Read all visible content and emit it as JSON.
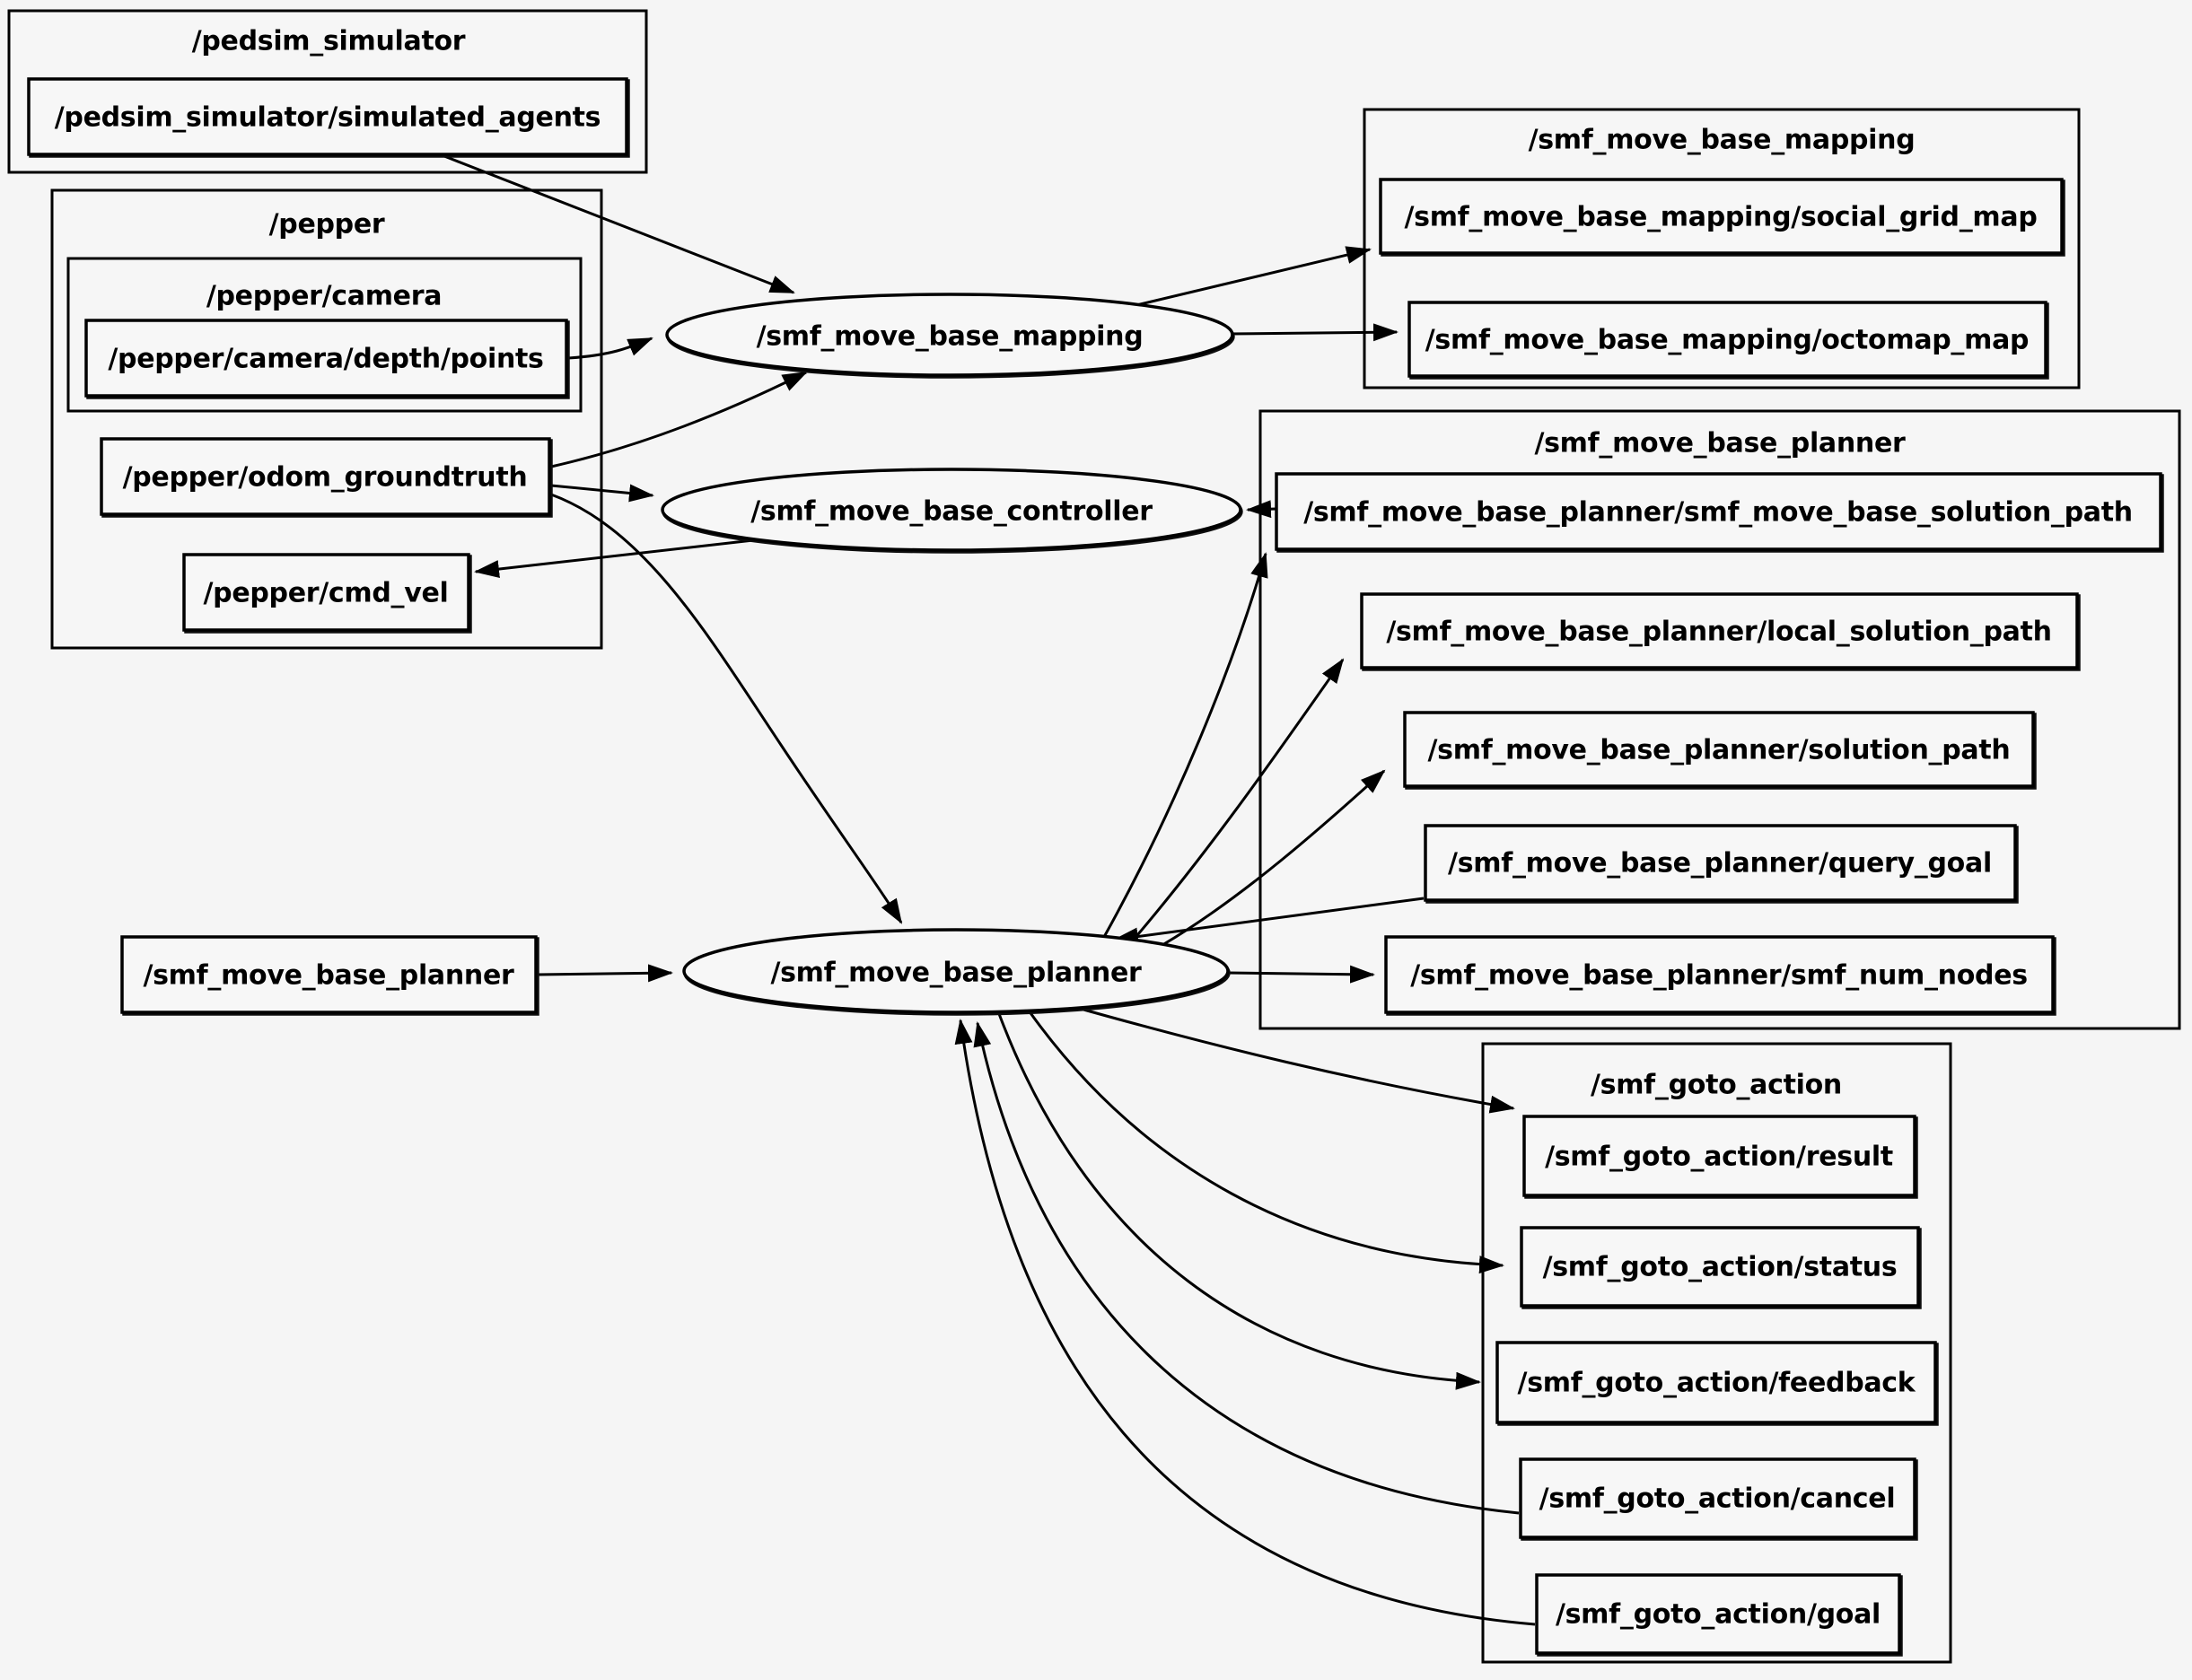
{
  "diagram": {
    "kind": "ros-computation-graph",
    "colors": {
      "background": "#f5f5f5",
      "shape_fill": "#f7f7f7",
      "line": "#000000"
    },
    "containers": {
      "pedsim": "/pedsim_simulator",
      "pepper": "/pepper",
      "pepper_camera": "/pepper/camera",
      "mapping_ns": "/smf_move_base_mapping",
      "planner_ns": "/smf_move_base_planner",
      "goto_ns": "/smf_goto_action"
    },
    "nodes": {
      "mapping": "/smf_move_base_mapping",
      "controller": "/smf_move_base_controller",
      "planner": "/smf_move_base_planner"
    },
    "topics": {
      "simulated_agents": "/pedsim_simulator/simulated_agents",
      "depth_points": "/pepper/camera/depth/points",
      "odom_groundtruth": "/pepper/odom_groundtruth",
      "cmd_vel": "/pepper/cmd_vel",
      "social_grid_map": "/smf_move_base_mapping/social_grid_map",
      "octomap_map": "/smf_move_base_mapping/octomap_map",
      "smf_move_base_solution_path": "/smf_move_base_planner/smf_move_base_solution_path",
      "local_solution_path": "/smf_move_base_planner/local_solution_path",
      "solution_path": "/smf_move_base_planner/solution_path",
      "query_goal": "/smf_move_base_planner/query_goal",
      "smf_num_nodes": "/smf_move_base_planner/smf_num_nodes",
      "planner_topic": "/smf_move_base_planner",
      "result": "/smf_goto_action/result",
      "status": "/smf_goto_action/status",
      "feedback": "/smf_goto_action/feedback",
      "cancel": "/smf_goto_action/cancel",
      "goal": "/smf_goto_action/goal"
    },
    "edges": [
      {
        "from": "/pedsim_simulator/simulated_agents",
        "from_kind": "topic",
        "to": "/smf_move_base_mapping",
        "to_kind": "node"
      },
      {
        "from": "/pepper/camera/depth/points",
        "from_kind": "topic",
        "to": "/smf_move_base_mapping",
        "to_kind": "node"
      },
      {
        "from": "/pepper/odom_groundtruth",
        "from_kind": "topic",
        "to": "/smf_move_base_mapping",
        "to_kind": "node"
      },
      {
        "from": "/pepper/odom_groundtruth",
        "from_kind": "topic",
        "to": "/smf_move_base_controller",
        "to_kind": "node"
      },
      {
        "from": "/pepper/odom_groundtruth",
        "from_kind": "topic",
        "to": "/smf_move_base_planner",
        "to_kind": "node"
      },
      {
        "from": "/smf_move_base_mapping",
        "from_kind": "node",
        "to": "/smf_move_base_mapping/social_grid_map",
        "to_kind": "topic"
      },
      {
        "from": "/smf_move_base_mapping",
        "from_kind": "node",
        "to": "/smf_move_base_mapping/octomap_map",
        "to_kind": "topic"
      },
      {
        "from": "/smf_move_base_planner/smf_move_base_solution_path",
        "from_kind": "topic",
        "to": "/smf_move_base_controller",
        "to_kind": "node"
      },
      {
        "from": "/smf_move_base_controller",
        "from_kind": "node",
        "to": "/pepper/cmd_vel",
        "to_kind": "topic"
      },
      {
        "from": "/smf_move_base_planner",
        "from_kind": "topic",
        "to": "/smf_move_base_planner",
        "to_kind": "node"
      },
      {
        "from": "/smf_move_base_planner",
        "from_kind": "node",
        "to": "/smf_move_base_planner/smf_move_base_solution_path",
        "to_kind": "topic"
      },
      {
        "from": "/smf_move_base_planner",
        "from_kind": "node",
        "to": "/smf_move_base_planner/local_solution_path",
        "to_kind": "topic"
      },
      {
        "from": "/smf_move_base_planner",
        "from_kind": "node",
        "to": "/smf_move_base_planner/solution_path",
        "to_kind": "topic"
      },
      {
        "from": "/smf_move_base_planner/query_goal",
        "from_kind": "topic",
        "to": "/smf_move_base_planner",
        "to_kind": "node"
      },
      {
        "from": "/smf_move_base_planner",
        "from_kind": "node",
        "to": "/smf_move_base_planner/smf_num_nodes",
        "to_kind": "topic"
      },
      {
        "from": "/smf_move_base_planner",
        "from_kind": "node",
        "to": "/smf_goto_action/result",
        "to_kind": "topic"
      },
      {
        "from": "/smf_move_base_planner",
        "from_kind": "node",
        "to": "/smf_goto_action/status",
        "to_kind": "topic"
      },
      {
        "from": "/smf_move_base_planner",
        "from_kind": "node",
        "to": "/smf_goto_action/feedback",
        "to_kind": "topic"
      },
      {
        "from": "/smf_goto_action/cancel",
        "from_kind": "topic",
        "to": "/smf_move_base_planner",
        "to_kind": "node"
      },
      {
        "from": "/smf_goto_action/goal",
        "from_kind": "topic",
        "to": "/smf_move_base_planner",
        "to_kind": "node"
      }
    ]
  }
}
